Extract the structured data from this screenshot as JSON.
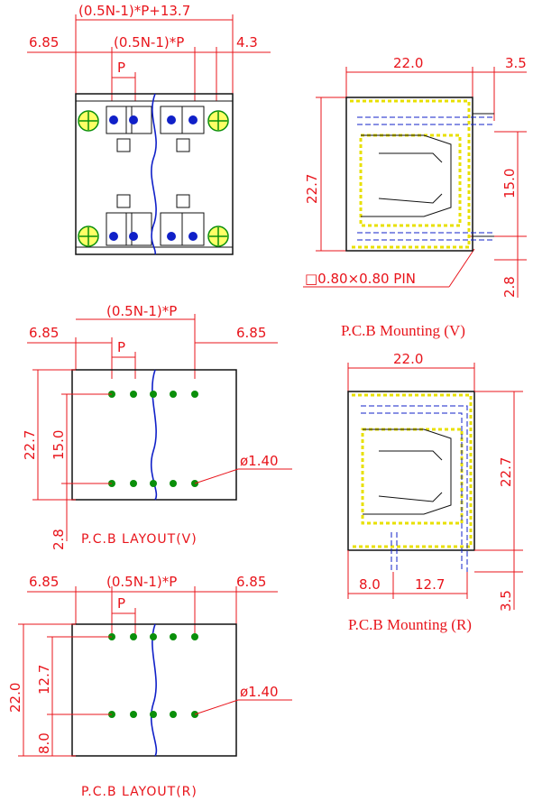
{
  "top_view": {
    "overall_dim": "(0.5N-1)*P+13.7",
    "left_margin": "6.85",
    "inner_dim": "(0.5N-1)*P",
    "right_margin": "4.3",
    "pitch": "P"
  },
  "mounting_v": {
    "width": "22.0",
    "offset": "3.5",
    "height": "22.7",
    "pin_span": "15.0",
    "pin_tail": "2.8",
    "pin_label": "□0.80×0.80 PIN",
    "caption": "P.C.B Mounting (V)"
  },
  "layout_v": {
    "inner_dim": "(0.5N-1)*P",
    "left_margin": "6.85",
    "right_margin": "6.85",
    "pitch": "P",
    "height": "22.7",
    "row_span": "15.0",
    "bottom_offset": "2.8",
    "hole_dia": "ø1.40",
    "caption": "P.C.B LAYOUT(V)"
  },
  "mounting_r": {
    "width": "22.0",
    "height": "22.7",
    "pin_a": "8.0",
    "pin_b": "12.7",
    "tail": "3.5",
    "caption": "P.C.B Mounting (R)"
  },
  "layout_r": {
    "left_margin": "6.85",
    "inner_dim": "(0.5N-1)*P",
    "right_margin": "6.85",
    "pitch": "P",
    "height": "22.0",
    "row_span": "12.7",
    "bottom_offset": "8.0",
    "hole_dia": "ø1.40",
    "caption": "P.C.B LAYOUT(R)"
  },
  "colors": {
    "dimension": "#e8141b",
    "outline": "#111111",
    "break_line": "#1020c8",
    "hole": "#0a8f0a",
    "body_hatch": "#e8e000"
  }
}
